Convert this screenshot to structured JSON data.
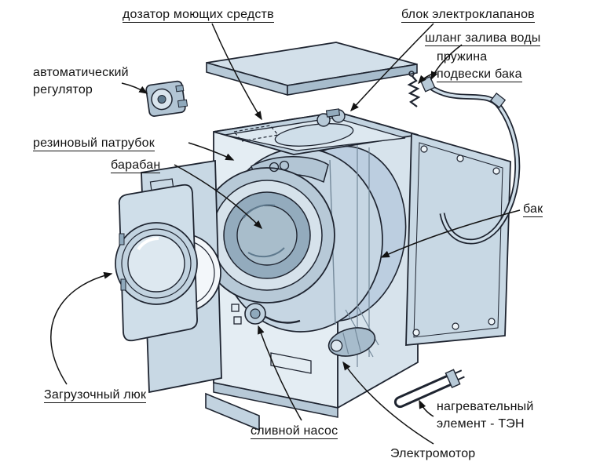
{
  "colors": {
    "part_fill": "#c8d8e4",
    "part_fill_light": "#dde8f0",
    "part_fill_dark": "#b7c9d7",
    "outline": "#1e2430",
    "label_text": "#121212",
    "background": "#ffffff"
  },
  "labels": {
    "dispenser": {
      "text": "дозатор моющих средств",
      "underlined": true
    },
    "valve_block": {
      "text": "блок электроклапанов",
      "underlined": true
    },
    "inlet_hose": {
      "text": "шланг залива воды",
      "underlined": true
    },
    "spring_line1": {
      "text": "пружина",
      "underlined": false
    },
    "spring_line2": {
      "text": "подвески бака",
      "underlined": true
    },
    "regulator_line1": {
      "text": "автоматический",
      "underlined": false
    },
    "regulator_line2": {
      "text": "регулятор",
      "underlined": false
    },
    "rubber_pipe": {
      "text": "резиновый патрубок",
      "underlined": true
    },
    "drum": {
      "text": "барабан",
      "underlined": true
    },
    "tank": {
      "text": "бак",
      "underlined": true
    },
    "loading_hatch": {
      "text": "Загрузочный люк",
      "underlined": true
    },
    "drain_pump": {
      "text": "сливной насос",
      "underlined": true
    },
    "electric_motor": {
      "text": "Электромотор",
      "underlined": false
    },
    "heater_line1": {
      "text": "нагревательный",
      "underlined": false
    },
    "heater_line2": {
      "text": "элемент - ТЭН",
      "underlined": false
    }
  }
}
